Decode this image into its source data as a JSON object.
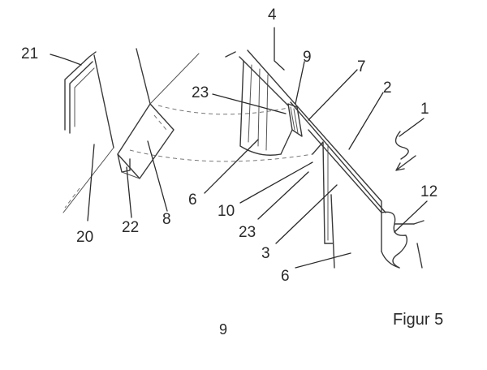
{
  "caption": "Figur 5",
  "page_number": "9",
  "labels": {
    "l21": "21",
    "l4": "4",
    "l9": "9",
    "l7": "7",
    "l23a": "23",
    "l2": "2",
    "l1": "1",
    "l12": "12",
    "l6a": "6",
    "l10": "10",
    "l23b": "23",
    "l3": "3",
    "l20": "20",
    "l22": "22",
    "l8": "8",
    "l6b": "6"
  }
}
